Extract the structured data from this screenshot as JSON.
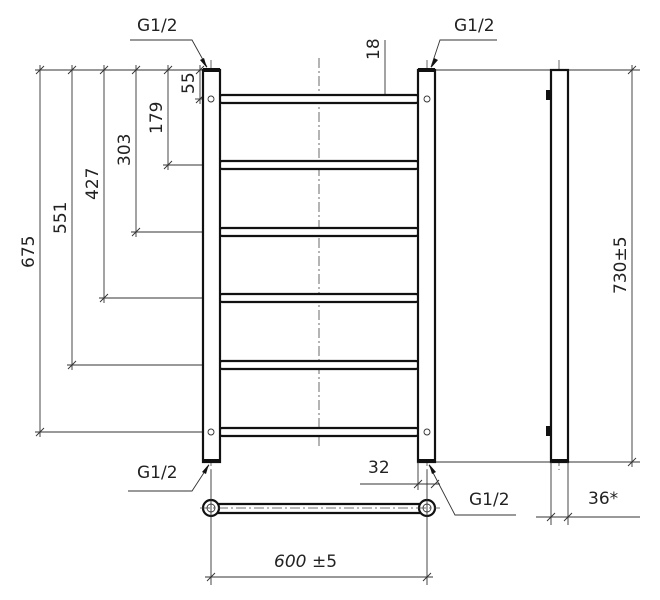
{
  "drawing": {
    "thread_label": "G1/2",
    "dimensions": {
      "d675": "675",
      "d551": "551",
      "d427": "427",
      "d303": "303",
      "d179": "179",
      "d55": "55",
      "d18": "18",
      "height": "730±5",
      "width_value": "600",
      "width_tol": "±5",
      "d32": "32",
      "depth": "36*"
    },
    "bar_count": 6
  }
}
